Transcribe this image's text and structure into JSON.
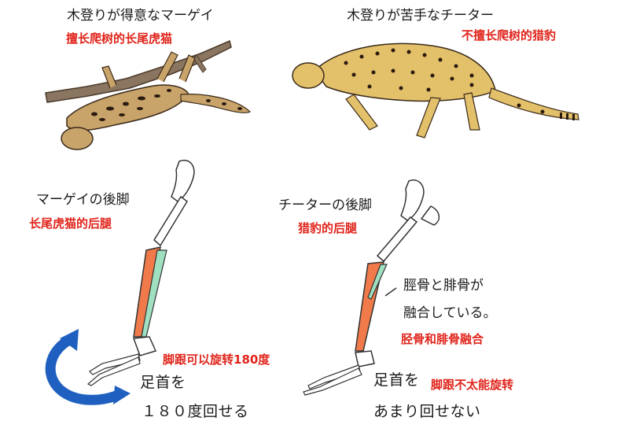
{
  "colors": {
    "label_red": "#e0241b",
    "tibia": "#f07a4a",
    "fibula": "#9fe0c0",
    "rotation_arrow": "#1f5fbf",
    "margay_coat": "#c9a46a",
    "cheetah_coat": "#e3c06a"
  },
  "margay_panel": {
    "title": "木登りが得意なマーゲイ",
    "title_cn": "擅长爬树的长尾虎猫",
    "leg_label": "マーゲイの後脚",
    "leg_label_cn": "长尾虎猫的后腿",
    "rotation_cn": "脚跟可以旋转180度",
    "ankle_line1": "足首を",
    "ankle_line2": "１８０度回せる"
  },
  "cheetah_panel": {
    "title": "木登りが苦手なチーター",
    "title_cn": "不擅长爬树的猎豹",
    "leg_label": "チーターの後脚",
    "leg_label_cn": "猎豹的后腿",
    "fusion_line1": "脛骨と腓骨が",
    "fusion_line2": "融合している。",
    "fusion_cn": "胫骨和腓骨融合",
    "ankle_line1": "足首を",
    "ankle_cn": "脚跟不太能旋转",
    "ankle_line2": "あまり回せない"
  }
}
